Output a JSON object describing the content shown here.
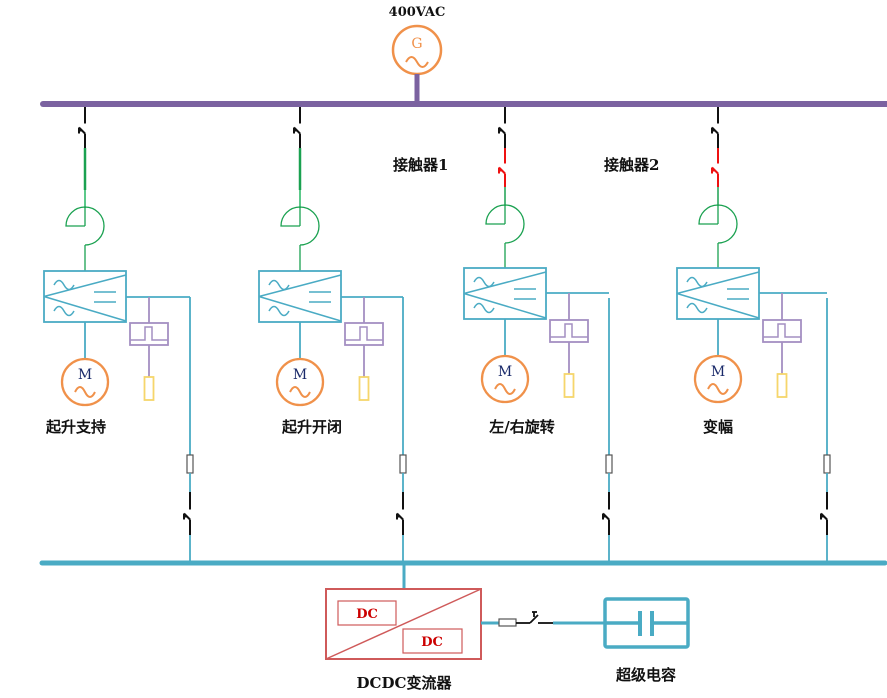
{
  "colors": {
    "ac_bus": "#7b62a0",
    "dc_bus": "#4aabc4",
    "generator": "#f0914a",
    "motor": "#f0914a",
    "converter": "#4aabc4",
    "brake_unit": "#a48fc2",
    "resistor": "#f6d66b",
    "feeder_green": "#1aa150",
    "feeder_green_light": "#5cc98a",
    "contactor": "#ee1111",
    "switch": "#111111",
    "dcdc": "#cf5a5a",
    "dcdc_text": "#cc0000",
    "supercap": "#4aabc4",
    "fuse": "#555555"
  },
  "generator": {
    "voltage_label": "400VAC",
    "symbol": "G",
    "icon": "generator-icon"
  },
  "branches": [
    {
      "id": "hoist-support",
      "name": "起升支持",
      "contactor_label": "",
      "has_contactor": false,
      "motor_symbol": "M"
    },
    {
      "id": "hoist-open-close",
      "name": "起升开闭",
      "contactor_label": "",
      "has_contactor": false,
      "motor_symbol": "M"
    },
    {
      "id": "slewing",
      "name": "左/右旋转",
      "contactor_label": "接触器1",
      "has_contactor": true,
      "motor_symbol": "M"
    },
    {
      "id": "luffing",
      "name": "变幅",
      "contactor_label": "接触器2",
      "has_contactor": true,
      "motor_symbol": "M"
    }
  ],
  "dcdc": {
    "label": "DCDC变流器",
    "side_a": "DC",
    "side_b": "DC"
  },
  "supercap": {
    "label": "超级电容"
  }
}
